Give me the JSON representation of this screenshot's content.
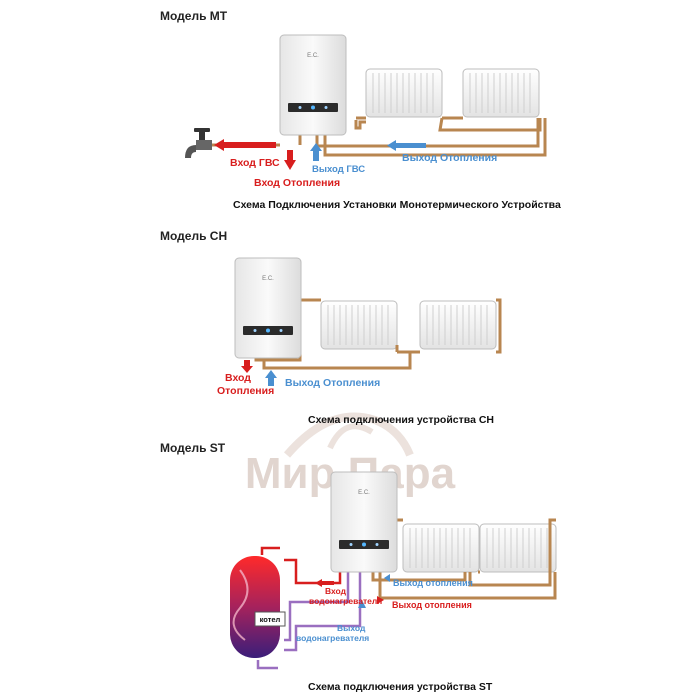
{
  "watermark": "Мир Пара",
  "sections": [
    {
      "title": "Модель МТ",
      "labels": {
        "dhw_in": "Вход ГВС",
        "dhw_out": "Выход ГВС",
        "heat_in": "Вход Отопления",
        "heat_out": "Выход Отопления"
      },
      "caption": "Схема Подключения Установки Монотермического Устройства"
    },
    {
      "title": "Модель CH",
      "labels": {
        "heat_in_1": "Вход",
        "heat_in_2": "Отопления",
        "heat_out": "Выход Отопления"
      },
      "caption": "Схема подключения устройства CH"
    },
    {
      "title": "Модель ST",
      "labels": {
        "heat_out_top": "Выход отопления",
        "wh_in_1": "Вход",
        "wh_in_2": "водонагревателя",
        "wh_out_1": "Выход",
        "wh_out_2": "водонагревателя",
        "heat_out_bottom": "Выход отопления",
        "tank": "котел"
      },
      "caption": "Схема подключения устройства ST"
    }
  ],
  "colors": {
    "pipe": "#b88650",
    "hot": "#d81e1e",
    "cold": "#4a8fd0",
    "purple": "#9a6fc0",
    "boiler_body": "#f4f4f4",
    "boiler_panel": "#2b2b2b"
  }
}
